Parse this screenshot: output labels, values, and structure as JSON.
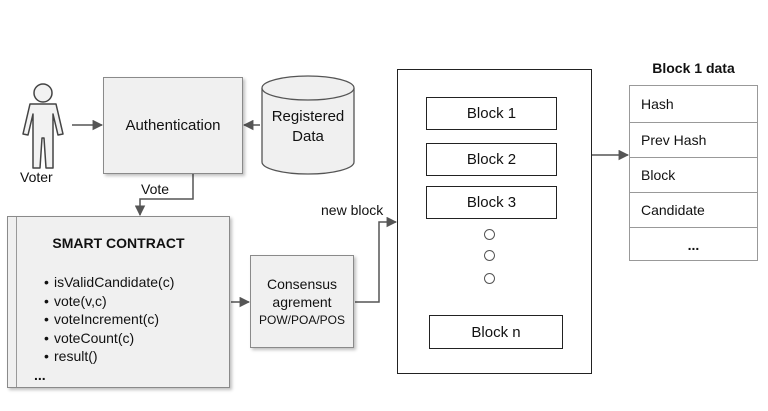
{
  "voter": {
    "label": "Voter"
  },
  "authentication": {
    "label": "Authentication"
  },
  "registered_data": {
    "line1": "Registered",
    "line2": "Data"
  },
  "vote_label": "Vote",
  "new_block_label": "new block",
  "smart_contract": {
    "title": "SMART CONTRACT",
    "functions": [
      "isValidCandidate(c)",
      "vote(v,c)",
      "voteIncrement(c)",
      "voteCount(c)",
      "result()"
    ],
    "more": "..."
  },
  "consensus": {
    "line1": "Consensus",
    "line2": "agrement",
    "line3": "POW/POA/POS"
  },
  "blockchain": {
    "blocks": [
      "Block 1",
      "Block 2",
      "Block 3"
    ],
    "last_block": "Block n"
  },
  "block_data": {
    "title": "Block 1 data",
    "rows": [
      "Hash",
      "Prev Hash",
      "Block",
      "Candidate",
      "..."
    ]
  }
}
